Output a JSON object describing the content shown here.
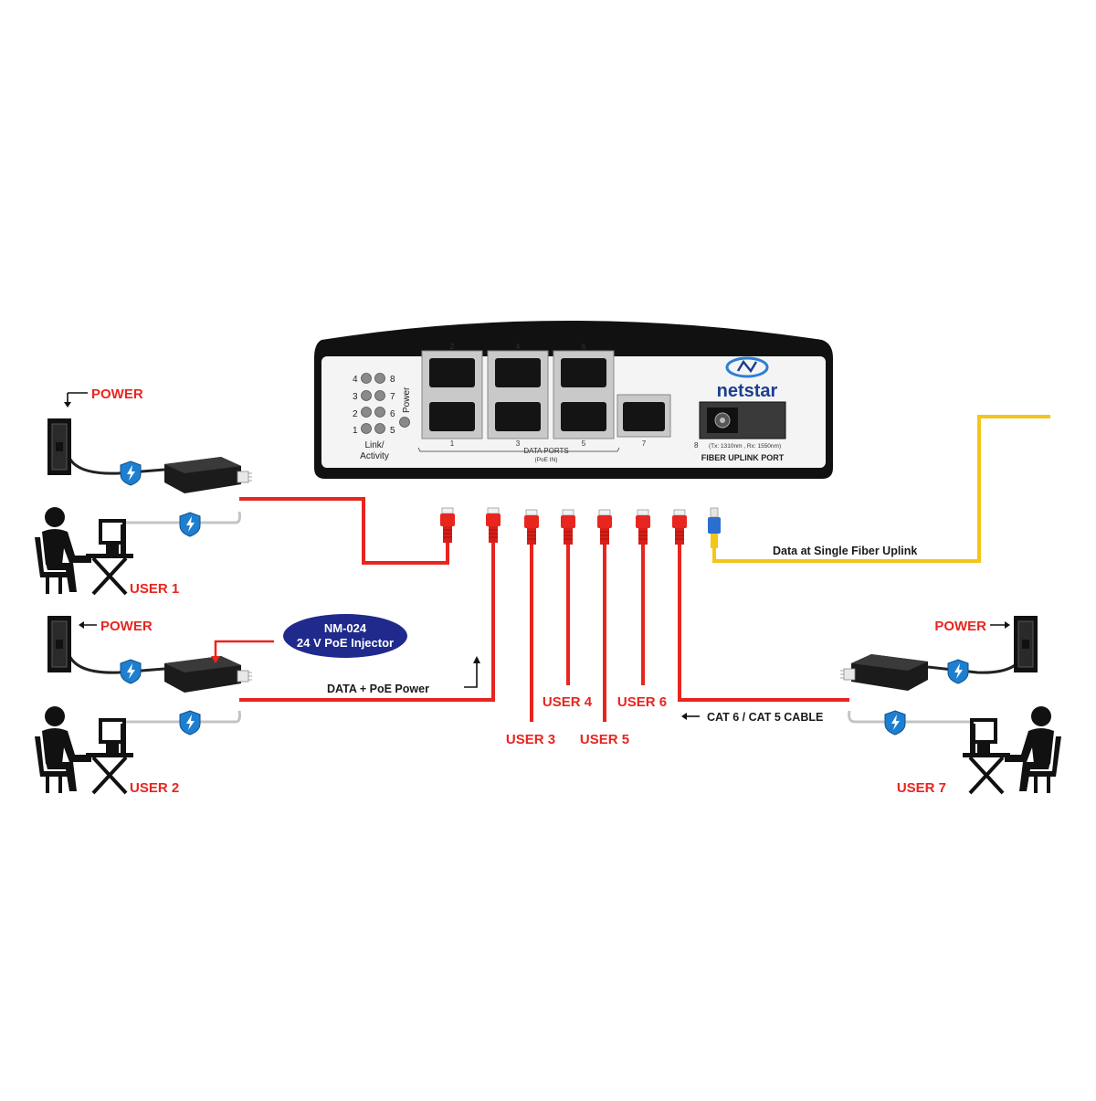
{
  "switch": {
    "brand": "netstar",
    "led_numbers_left": [
      "4",
      "3",
      "2",
      "1"
    ],
    "led_numbers_right": [
      "8",
      "7",
      "6",
      "5"
    ],
    "power_label": "Power",
    "link_label_1": "Link/",
    "link_label_2": "Activity",
    "top_port_numbers": [
      "2",
      "4",
      "6"
    ],
    "bottom_port_numbers": [
      "1",
      "3",
      "5",
      "7"
    ],
    "data_ports_label": "DATA PORTS",
    "poe_in_label": "(PoE IN)",
    "fiber_port_number": "8",
    "fiber_spec": "(Tx: 1310nm , Rx: 1550nm)",
    "fiber_uplink_label": "FIBER UPLINK PORT"
  },
  "labels": {
    "power_1": "POWER",
    "power_2": "POWER",
    "power_7": "POWER",
    "user_1": "USER 1",
    "user_2": "USER 2",
    "user_3": "USER 3",
    "user_4": "USER 4",
    "user_5": "USER 5",
    "user_6": "USER 6",
    "user_7": "USER 7",
    "injector_model": "NM-024",
    "injector_desc": "24 V PoE Injector",
    "data_poe": "DATA + PoE Power",
    "fiber_uplink": "Data at Single Fiber Uplink",
    "cable": "CAT 6 / CAT 5 CABLE"
  },
  "colors": {
    "cable_red": "#e8251f",
    "fiber_yellow": "#f5c518",
    "label_red": "#e8251f",
    "badge_navy": "#1f2a8c",
    "shield_blue": "#1e7fd0"
  },
  "icons": [
    "wall-outlet-icon",
    "poe-injector-icon",
    "shield-bolt-icon",
    "user-at-desk-icon",
    "rj45-plug-icon",
    "sc-fiber-connector-icon"
  ]
}
